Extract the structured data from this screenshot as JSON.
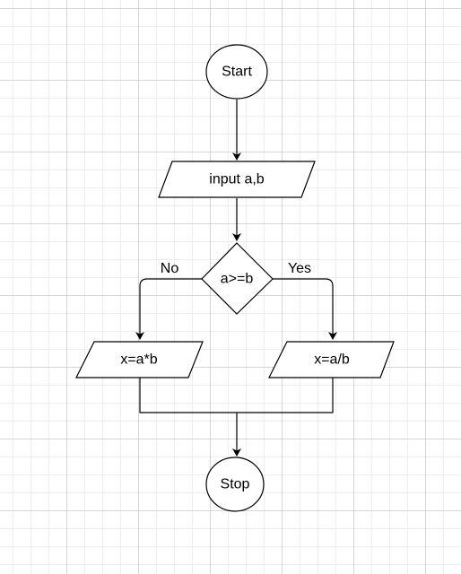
{
  "nodes": {
    "start": {
      "label": "Start",
      "shape": "ellipse"
    },
    "input": {
      "label": "input a,b",
      "shape": "parallelogram"
    },
    "decision": {
      "label": "a>=b",
      "shape": "diamond"
    },
    "mul": {
      "label": "x=a*b",
      "shape": "parallelogram"
    },
    "div": {
      "label": "x=a/b",
      "shape": "parallelogram"
    },
    "stop": {
      "label": "Stop",
      "shape": "ellipse"
    }
  },
  "edges": {
    "no": {
      "label": "No"
    },
    "yes": {
      "label": "Yes"
    }
  },
  "colors": {
    "stroke": "#000000",
    "fill": "#ffffff",
    "grid_major": "#d6d6d6",
    "grid_minor": "#ededed"
  }
}
